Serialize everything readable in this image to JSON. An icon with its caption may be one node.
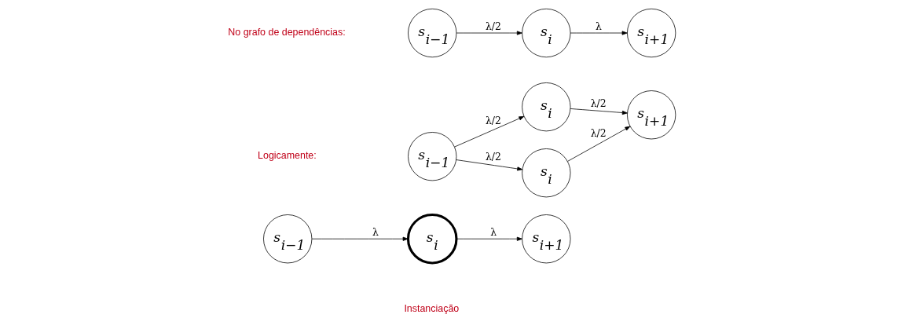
{
  "diagram": {
    "nodes": [
      {
        "text": [
          "s$_{i−1}$"
        ]
      },
      {
        "text": [
          "s$_{i}$"
        ]
      },
      {
        "text": [
          "s$_{i+1}$"
        ]
      },
      {
        "text": [
          "s$_{i−1}$"
        ]
      },
      {
        "text": [
          "s$_{i}$"
        ]
      },
      {
        "text": [
          "s$_{i}$"
        ]
      },
      {
        "text": [
          "s$_{i+1}$"
        ]
      },
      {
        "text": [
          "s$_{i−1}$"
        ]
      },
      {
        "text": [
          "s$_{i}$"
        ]
      },
      {
        "text": [
          "s$_{i+1}$"
        ]
      }
    ],
    "edges": [
      {
        "from": 0,
        "to": 1,
        "arrow": "to",
        "label": "λ"
      },
      {
        "from": 1,
        "to": 2,
        "arrow": "to",
        "label": "λ"
      },
      {
        "from": 3,
        "to": 4,
        "arrow": "to",
        "label": "λ/2"
      },
      {
        "from": 3,
        "to": 5,
        "arrow": "to",
        "label": "λ/2"
      },
      {
        "from": 4,
        "to": 6,
        "arrow": "to",
        "label": "λ/2"
      },
      {
        "from": 5,
        "to": 6,
        "arrow": "to",
        "label": "λ/2"
      },
      {
        "from": 7,
        "to": 8,
        "arrow": "to",
        "label": "λ/2"
      },
      {
        "from": 8,
        "to": 9,
        "arrow": "to",
        "label": "λ"
      }
    ],
    "labels": [
      "Instanciação",
      "Logicamente:",
      "No grafo de dependências:"
    ]
  }
}
